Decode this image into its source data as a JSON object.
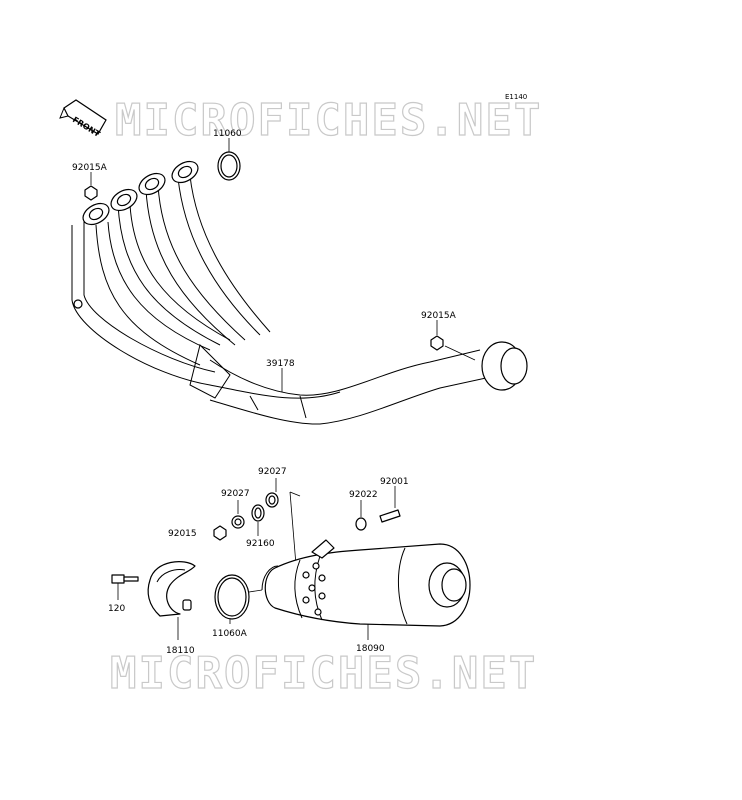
{
  "watermark_top": "MICROFICHES.NET",
  "watermark_bottom": "MICROFICHES.NET",
  "front_label": "FRONT",
  "diagram_code": "E1140",
  "parts": {
    "p11060": "11060",
    "p92015A_top": "92015A",
    "p92015A_right": "92015A",
    "p39178": "39178",
    "p92027_top": "92027",
    "p92027_left": "92027",
    "p92001": "92001",
    "p92022": "92022",
    "p92015": "92015",
    "p92160": "92160",
    "p120": "120",
    "p18110": "18110",
    "p11060A": "11060A",
    "p18090": "18090"
  }
}
